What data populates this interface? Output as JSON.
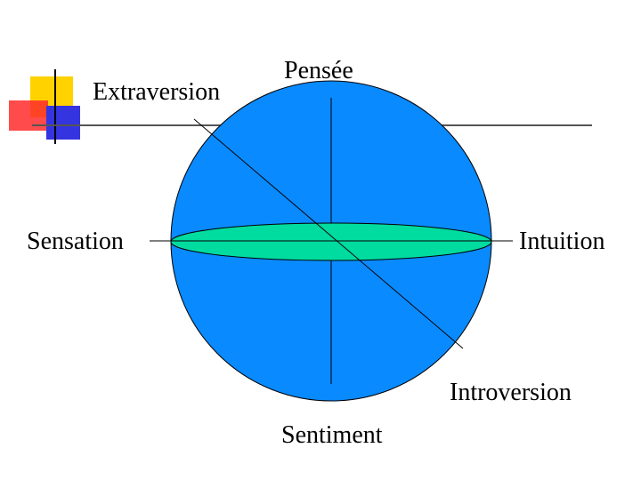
{
  "labels": {
    "extraversion": "Extraversion",
    "pensee": "Pensée",
    "sensation": "Sensation",
    "intuition": "Intuition",
    "introversion": "Introversion",
    "sentiment": "Sentiment"
  },
  "colors": {
    "sphere": "#0a8aff",
    "equator": "#00dca0",
    "line": "#000000",
    "deco_yellow": "#ffd200",
    "deco_red": "#ff2c2c",
    "deco_blue": "#3434e0"
  }
}
